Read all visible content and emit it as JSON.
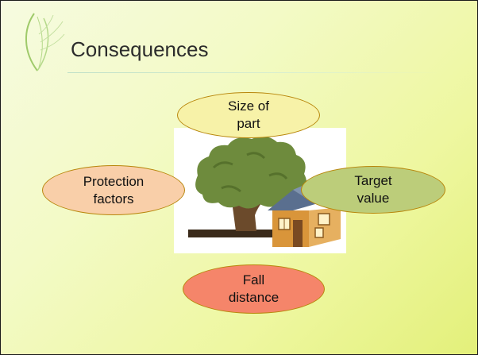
{
  "slide": {
    "title": "Consequences",
    "nodes": [
      {
        "id": "size",
        "lines": [
          "Size of",
          "part"
        ],
        "color": "#f7f2a8"
      },
      {
        "id": "protection",
        "lines": [
          "Protection",
          "factors"
        ],
        "color": "#f9cfa9"
      },
      {
        "id": "target",
        "lines": [
          "Target",
          "value"
        ],
        "color": "#bccd7a"
      },
      {
        "id": "fall",
        "lines": [
          "Fall",
          "distance"
        ],
        "color": "#f5856a"
      }
    ],
    "center_image": {
      "icons": [
        "tree-icon",
        "house-icon"
      ]
    }
  }
}
